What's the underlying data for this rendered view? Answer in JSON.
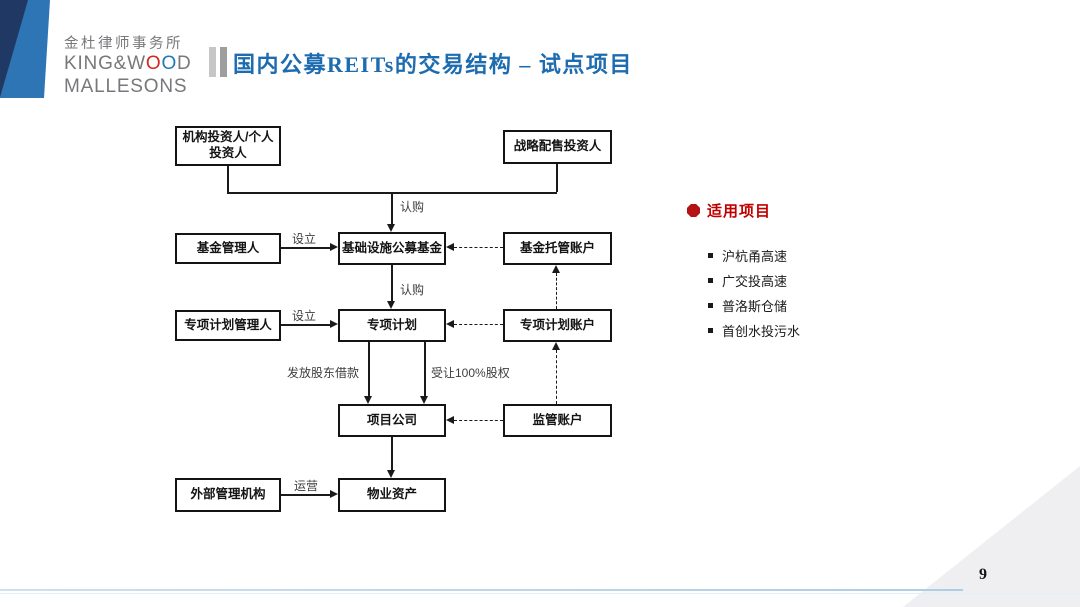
{
  "slide": {
    "logo": {
      "chinese": "金杜律师事务所",
      "english_word1_pre": "KING&W",
      "english_word1_o_red": "O",
      "english_word1_o_blue": "O",
      "english_word1_post": "D",
      "english_word2": "MALLESONS"
    },
    "title": "国内公募REITs的交易结构 – 试点项目",
    "page_number": "9"
  },
  "diagram": {
    "boxes": {
      "investors_line1": "机构投资人/个人",
      "investors_line2": "投资人",
      "strategic": "战略配售投资人",
      "fund_manager": "基金管理人",
      "public_fund": "基础设施公募基金",
      "custody_account": "基金托管账户",
      "plan_manager": "专项计划管理人",
      "special_plan": "专项计划",
      "plan_account": "专项计划账户",
      "project_company": "项目公司",
      "supervision_account": "监管账户",
      "external_manager": "外部管理机构",
      "property_asset": "物业资产"
    },
    "edge_labels": {
      "subscribe_top": "认购",
      "establish_fund": "设立",
      "subscribe_mid": "认购",
      "establish_plan": "设立",
      "shareholder_loan": "发放股东借款",
      "equity_transfer": "受让100%股权",
      "operate": "运营"
    }
  },
  "side_panel": {
    "heading": "适用项目",
    "items": [
      "沪杭甬高速",
      "广交投高速",
      "普洛斯仓储",
      "首创水投污水"
    ]
  },
  "colors": {
    "title_blue": "#1e6cb0",
    "heading_red": "#c00000",
    "corner_dark_navy": "#1f3864",
    "corner_blue": "#2e75b6",
    "footer_line_blue": "#aecde3"
  }
}
